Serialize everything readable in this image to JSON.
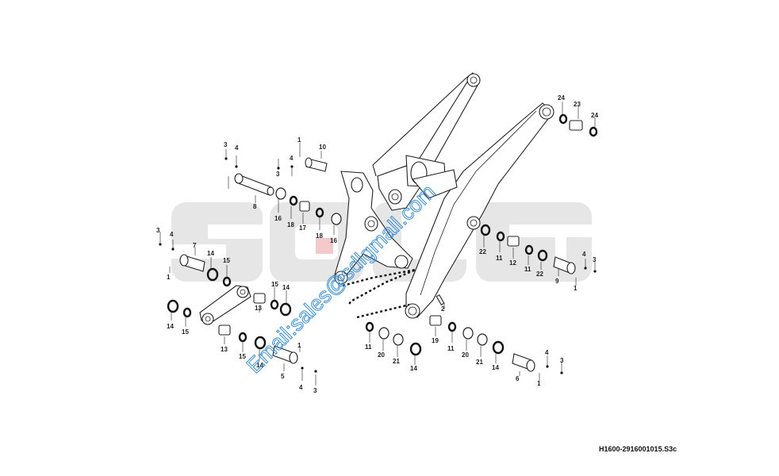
{
  "diagram": {
    "drawing_code": "H1600-2916001015.S3c",
    "watermark_text": "Email:sales@sdlgmall.com",
    "logo_text": "SDLG",
    "watermark_color": "#3a8fd6",
    "logo_color": "#e6e6e6",
    "logo_accent_color": "#f3c9c9",
    "callouts": [
      "3",
      "4",
      "1",
      "8",
      "10",
      "3",
      "4",
      "16",
      "18",
      "17",
      "18",
      "16",
      "3",
      "4",
      "7",
      "1",
      "14",
      "15",
      "15",
      "14",
      "13",
      "14",
      "15",
      "13",
      "15",
      "14",
      "1",
      "5",
      "4",
      "3",
      "24",
      "23",
      "24",
      "22",
      "11",
      "12",
      "11",
      "22",
      "9",
      "4",
      "3",
      "1",
      "2",
      "11",
      "20",
      "21",
      "14",
      "19",
      "11",
      "20",
      "21",
      "14",
      "6",
      "4",
      "3",
      "1"
    ]
  }
}
